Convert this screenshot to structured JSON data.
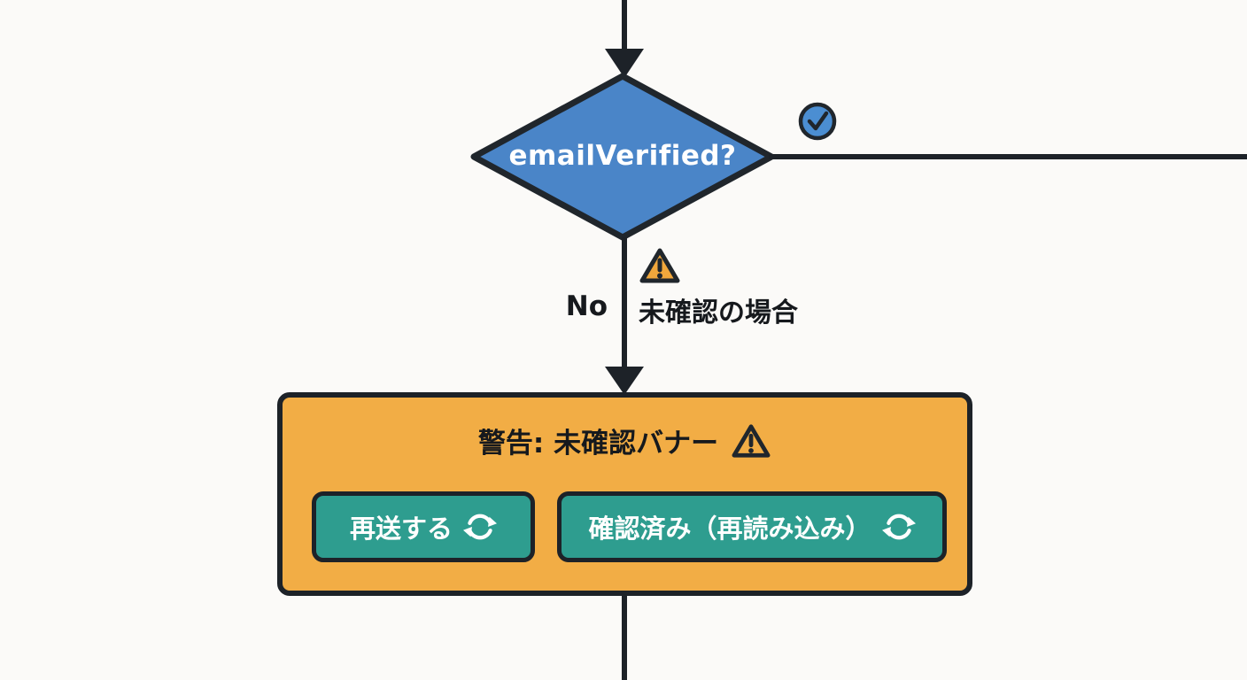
{
  "flowchart": {
    "decision": {
      "label": "emailVerified?"
    },
    "yes_branch": {
      "icon": "check-circle-icon"
    },
    "no_branch": {
      "label": "No",
      "icon": "warning-triangle-icon",
      "annotation": "未確認の場合"
    },
    "warning_box": {
      "title": "警告: 未確認バナー",
      "title_icon": "warning-triangle-outline-icon",
      "buttons": [
        {
          "label": "再送する",
          "icon": "refresh-icon"
        },
        {
          "label": "確認済み（再読み込み）",
          "icon": "refresh-icon"
        }
      ]
    },
    "colors": {
      "decision_fill": "#4a85c8",
      "check_circle_fill": "#4b8ed2",
      "warning_box_fill": "#f2ad45",
      "warning_triangle_fill": "#f0a73c",
      "button_fill": "#2e9d8f",
      "stroke": "#1d2228",
      "background": "#fbfaf8",
      "decision_text": "#ffffff",
      "button_text": "#ffffff"
    }
  }
}
